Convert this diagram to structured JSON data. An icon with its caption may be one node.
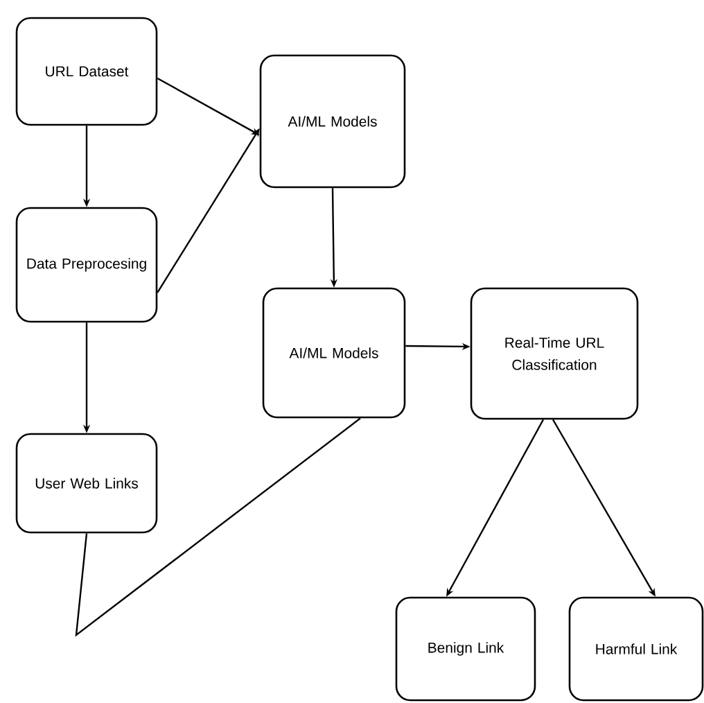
{
  "diagram": {
    "nodes": [
      {
        "text": [
          "URL Dataset"
        ]
      },
      {
        "text": [
          "AI/ML Models"
        ]
      },
      {
        "text": [
          "Data Preprocesing"
        ]
      },
      {
        "text": [
          "AI/ML Models"
        ]
      },
      {
        "text": [
          "Real-Time URL Classification"
        ]
      },
      {
        "text": [
          "User Web Links"
        ]
      },
      {
        "text": [
          "Benign Link"
        ]
      },
      {
        "text": [
          "Harmful Link"
        ]
      }
    ],
    "edges": [
      {
        "from": 0,
        "to": 1,
        "arrow": "to"
      },
      {
        "from": 0,
        "to": 2,
        "arrow": "to"
      },
      {
        "from": 2,
        "to": 1,
        "arrow": "to"
      },
      {
        "from": 1,
        "to": 3,
        "arrow": "to"
      },
      {
        "from": 3,
        "to": 4,
        "arrow": "to"
      },
      {
        "from": 2,
        "to": 5,
        "arrow": "to"
      },
      {
        "from": 5,
        "to": 3,
        "arrow": "none"
      },
      {
        "from": 4,
        "to": 6,
        "arrow": "to"
      },
      {
        "from": 4,
        "to": 7,
        "arrow": "to"
      }
    ]
  }
}
